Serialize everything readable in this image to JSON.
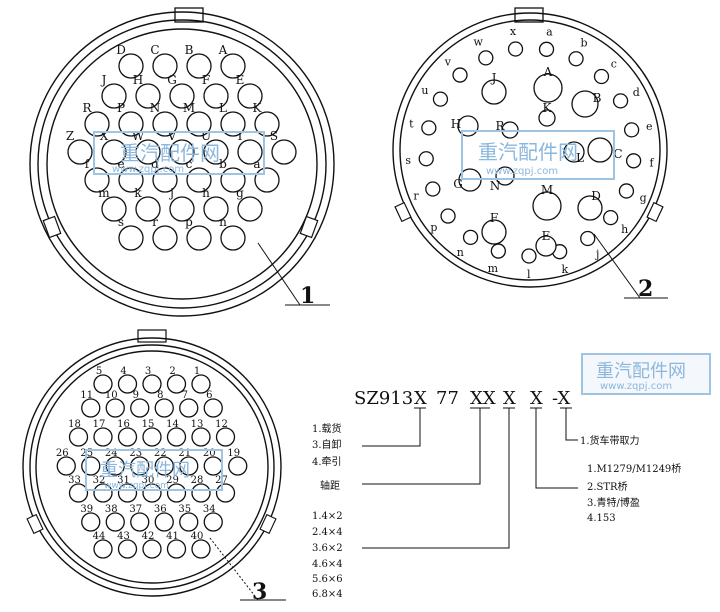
{
  "watermark": {
    "brand": "重汽配件网",
    "url": "www.zqpj.com"
  },
  "connector1": {
    "callout": "1",
    "rows": [
      [
        "D",
        "C",
        "B",
        "A"
      ],
      [
        "J",
        "H",
        "G",
        "F",
        "E"
      ],
      [
        "R",
        "P",
        "N",
        "M",
        "L",
        "K"
      ],
      [
        "Z",
        "X",
        "W",
        "V",
        "U",
        "T",
        "S"
      ],
      [
        "f",
        "e",
        "d",
        "c",
        "b",
        "a"
      ],
      [
        "m",
        "k",
        "j",
        "h",
        "g"
      ],
      [
        "s",
        "r",
        "p",
        "n"
      ]
    ]
  },
  "connector2": {
    "callout": "2",
    "outer_labels": [
      "x",
      "a",
      "b",
      "c",
      "d",
      "e",
      "f",
      "g",
      "h",
      "j",
      "k",
      "l",
      "m",
      "n",
      "p",
      "r",
      "s",
      "t",
      "u",
      "v",
      "w"
    ],
    "large_labels": [
      "A",
      "B",
      "C",
      "D",
      "E",
      "F",
      "G",
      "H",
      "J",
      "K",
      "L",
      "M",
      "N",
      "R"
    ]
  },
  "connector3": {
    "callout": "3",
    "rows": [
      [
        "5",
        "4",
        "3",
        "2",
        "1"
      ],
      [
        "11",
        "10",
        "9",
        "8",
        "7",
        "6"
      ],
      [
        "18",
        "17",
        "16",
        "15",
        "14",
        "13",
        "12"
      ],
      [
        "26",
        "25",
        "24",
        "23",
        "22",
        "21",
        "20",
        "19"
      ],
      [
        "33",
        "32",
        "31",
        "30",
        "29",
        "28",
        "27"
      ],
      [
        "39",
        "38",
        "37",
        "36",
        "35",
        "34"
      ],
      [
        "44",
        "43",
        "42",
        "41",
        "40"
      ]
    ]
  },
  "code": {
    "segments": [
      "SZ913",
      "X",
      "77",
      "XX",
      "X",
      "X",
      "-X"
    ],
    "load_type": [
      "1.载货",
      "3.自卸",
      "4.牵引"
    ],
    "wheelbase": "轴距",
    "drive": [
      "1.4×2",
      "2.4×4",
      "3.6×2",
      "4.6×4",
      "5.6×6",
      "6.8×4"
    ],
    "axle": [
      "1.M1279/M1249桥",
      "2.STR桥",
      "3.青特/博盈",
      "4.153"
    ],
    "pto": "1.货车带取力"
  }
}
